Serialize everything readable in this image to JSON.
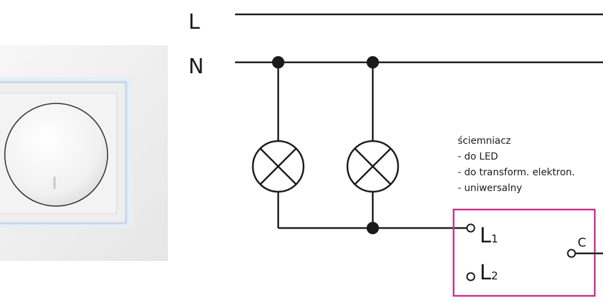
{
  "diagram": {
    "lines": {
      "live": "L",
      "neutral": "N"
    },
    "dimmer_note": {
      "title": "ściemniacz",
      "options": [
        "- do LED",
        "- do transform. elektron.",
        "- uniwersalny"
      ]
    },
    "terminals": {
      "l1": {
        "letter": "L",
        "index": "1"
      },
      "l2": {
        "letter": "L",
        "index": "2"
      },
      "c": "C"
    },
    "colors": {
      "wire": "#1a1a1a",
      "box_border": "#c8328c",
      "plate": "#f2f2f2",
      "led_glow": "#dce8f5"
    },
    "icons": [
      "dimmer-switch-photo",
      "lamp-symbol",
      "lamp-symbol",
      "terminal-circle"
    ]
  }
}
